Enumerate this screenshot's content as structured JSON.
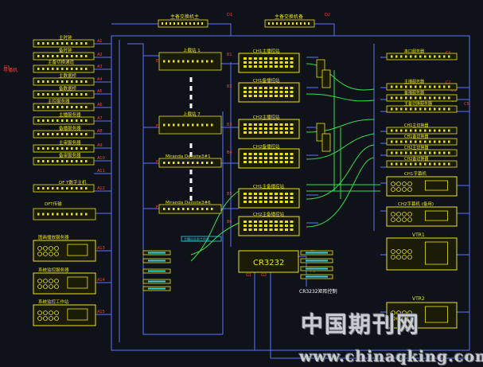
{
  "colors": {
    "background": "#0f1319",
    "device": "#e8e11a",
    "device_fill": "#1b1c08",
    "wire_blue": "#5a73ff",
    "wire_green": "#33e04d",
    "wire_white": "#ffffff",
    "port_label": "#ff3b3b",
    "cyan": "#2fd6e6"
  },
  "top_panels": [
    "主备交换机主",
    "主备交换机备"
  ],
  "left_devices": [
    "主时钟",
    "备时钟",
    "主数据桥",
    "备数据桥",
    "主播服务器",
    "备播服务器",
    "主审服务器",
    "备审服务器",
    "DF T数字主机"
  ],
  "left_bottom_devices": [
    "图画播放服务器",
    "系统监控服务器",
    "系统监控工作站"
  ],
  "left_side_label": "导播机",
  "center_left_devices": [
    "上载站 1",
    "上载站 7",
    "Miranda Densite3#1",
    "Miranda Densite3#6"
  ],
  "center_note": "主播出业务工作站",
  "switch_stations": [
    "CH1主播控站",
    "CH1备播控站",
    "CH2主播控站",
    "CH2备播控站",
    "CH1主备播控站",
    "CH2主备播控站"
  ],
  "matrix_label": "CR3232",
  "matrix_note": "CR3232矩阵控制",
  "right_devices": [
    "串口服务器",
    "主播服务器",
    "备播服务器",
    "主备切换服务器",
    "CH1主切换器",
    "CH1备切换器",
    "CH2主切换器",
    "CH2备切换器"
  ],
  "right_lower": [
    "CH1字幕机",
    "CH2字幕机 (备用)",
    "VTR1",
    "VTR2"
  ],
  "watermark_cn": "中国期刊网",
  "watermark_url": "www.chinaqking.com"
}
